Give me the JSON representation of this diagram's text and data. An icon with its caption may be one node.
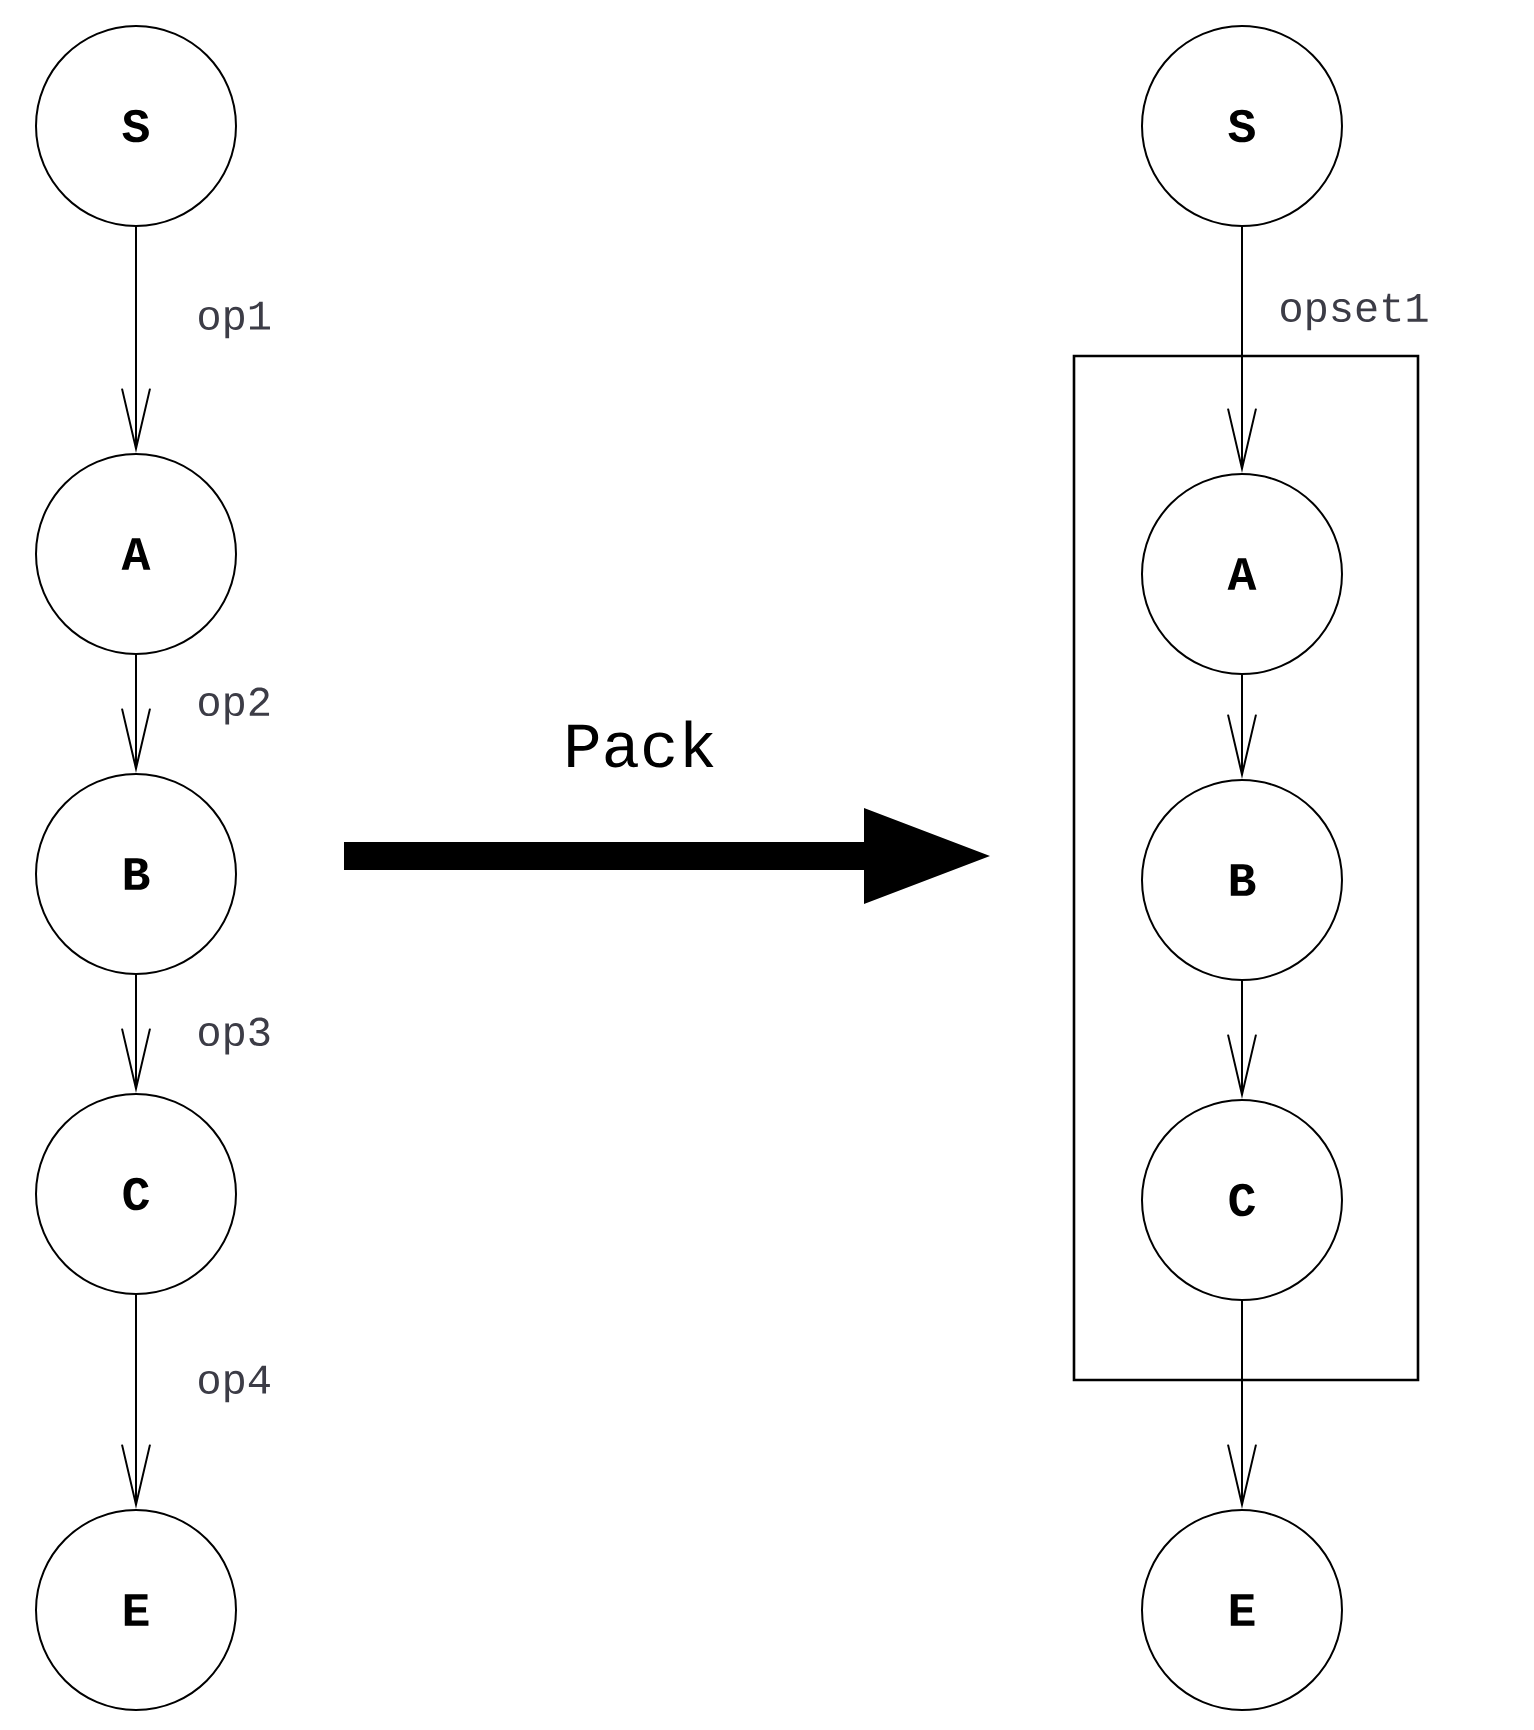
{
  "diagram": {
    "nodes": [
      {
        "text": [
          "S"
        ]
      },
      {
        "text": [
          "A"
        ]
      },
      {
        "text": [
          "B"
        ]
      },
      {
        "text": [
          "C"
        ]
      },
      {
        "text": [
          "E"
        ]
      },
      {
        "text": [
          "S"
        ]
      },
      {
        "text": [],
        "shape": "box"
      },
      {
        "text": [
          "A"
        ],
        "in": 6
      },
      {
        "text": [
          "B"
        ],
        "in": 6
      },
      {
        "text": [
          "C"
        ],
        "in": 6
      },
      {
        "text": [
          "E"
        ]
      }
    ],
    "edges": [
      {
        "from": 0,
        "to": 1,
        "arrow": "to",
        "label": "op1"
      },
      {
        "from": 1,
        "to": 2,
        "arrow": "to",
        "label": "op2"
      },
      {
        "from": 2,
        "to": 3,
        "arrow": "to",
        "label": "op3"
      },
      {
        "from": 3,
        "to": 4,
        "arrow": "to",
        "label": "op4"
      },
      {
        "from": 5,
        "to": 7,
        "arrow": "to",
        "label": "opset1"
      },
      {
        "from": 7,
        "to": 8,
        "arrow": "to"
      },
      {
        "from": 8,
        "to": 9,
        "arrow": "to"
      },
      {
        "from": 9,
        "to": 10,
        "arrow": "to"
      }
    ],
    "labels": [
      "Pack"
    ]
  }
}
